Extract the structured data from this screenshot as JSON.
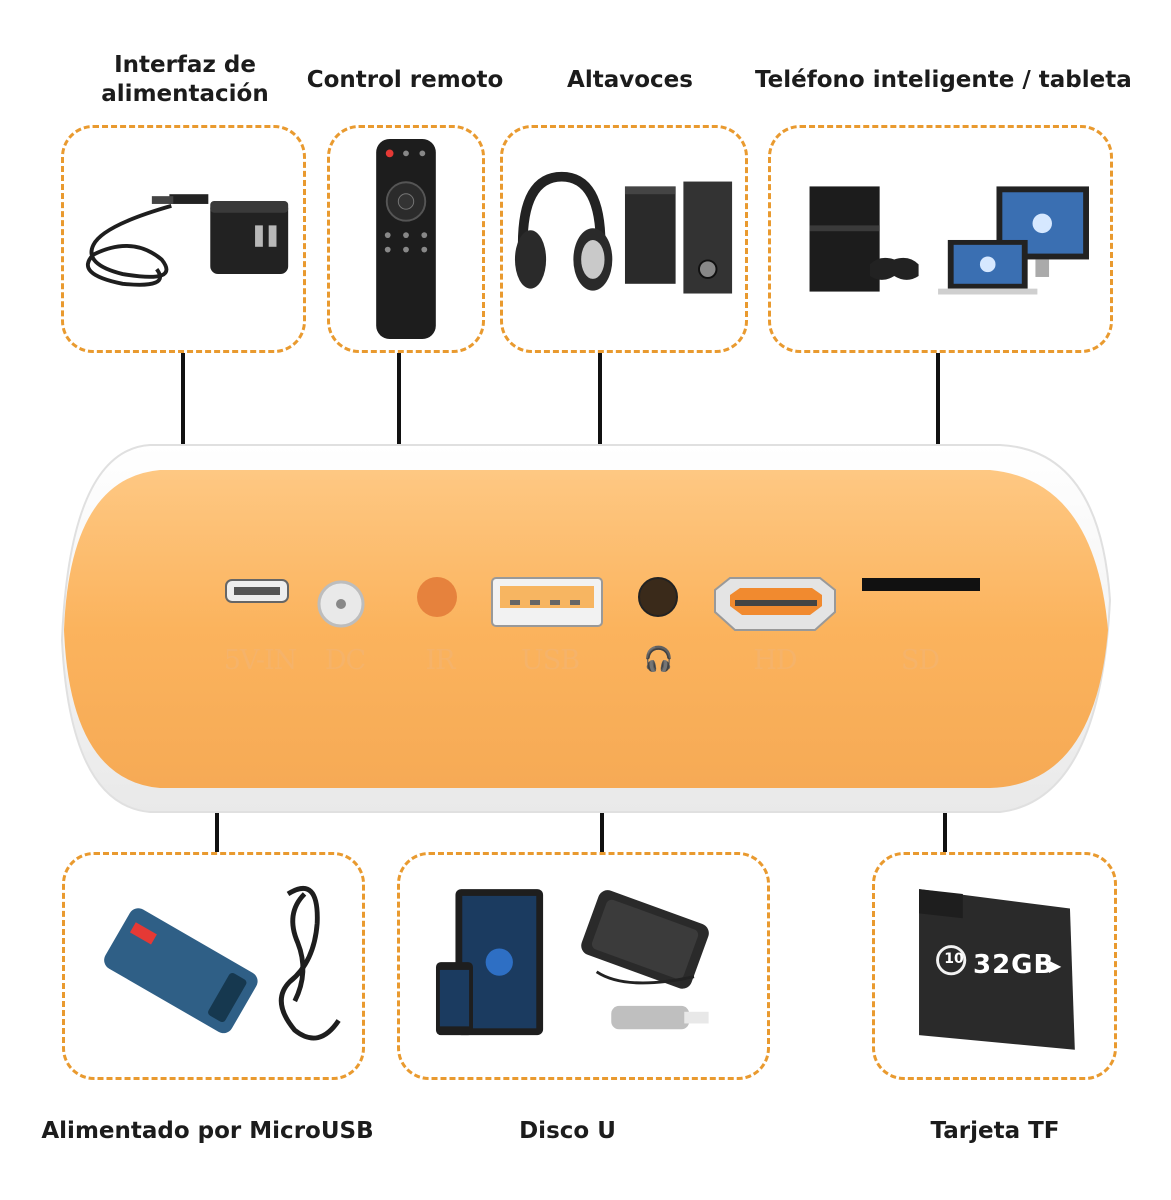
{
  "top_labels": {
    "power_interface": "Interfaz de\nalimentación",
    "remote_control": "Control remoto",
    "speakers": "Altavoces",
    "smartphone_tablet": "Teléfono inteligente / tableta"
  },
  "bottom_labels": {
    "microusb_power": "Alimentado por MicroUSB",
    "u_disk": "Disco U",
    "tf_card": "Tarjeta TF"
  },
  "port_labels": {
    "micro_usb": "5V-IN",
    "dc": "DC",
    "ir": "IR",
    "usb": "USB",
    "headphone": "🎧",
    "hd": "HD",
    "sd": "SD"
  },
  "sd_card_text": "32GB",
  "sd_card_class": "10",
  "colors": {
    "accent_orange": "#e99a2f",
    "device_body": "#fbb35d",
    "device_shell": "#f4f4f4",
    "port_label": "#f5b36a"
  }
}
